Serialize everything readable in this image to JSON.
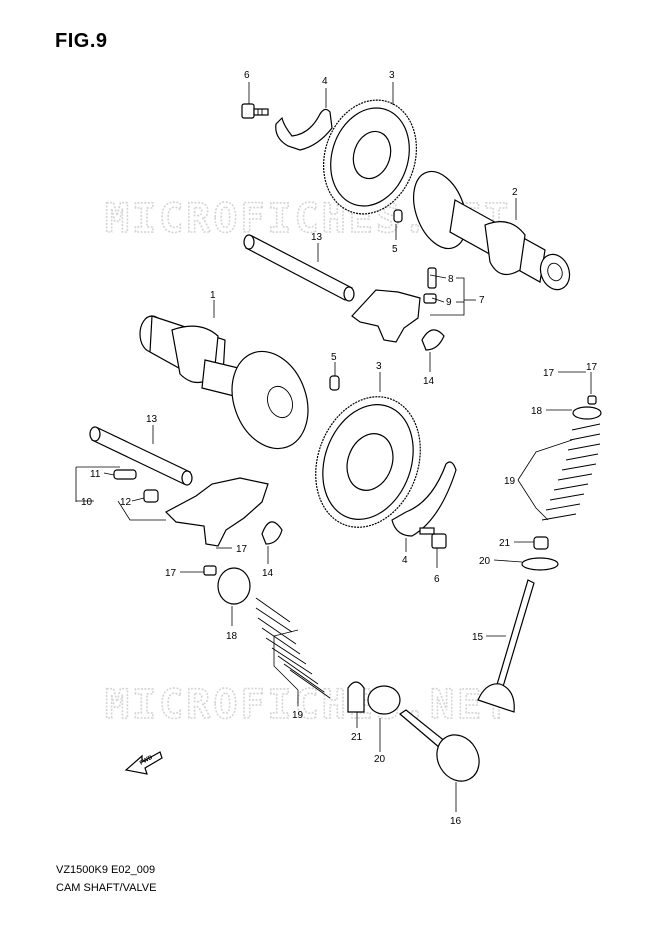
{
  "figure": {
    "title": "FIG.9",
    "code": "VZ1500K9 E02_009",
    "name": "CAM SHAFT/VALVE",
    "watermark": "MICROFICHES.NET",
    "fwd_label": "FWD"
  },
  "callouts": [
    "1",
    "2",
    "3",
    "4",
    "5",
    "6",
    "7",
    "8",
    "9",
    "10",
    "11",
    "12",
    "13",
    "14",
    "15",
    "16",
    "17",
    "18",
    "19",
    "20",
    "21"
  ],
  "colors": {
    "line": "#000000",
    "watermark": "#d4d4d4",
    "background": "#ffffff"
  }
}
